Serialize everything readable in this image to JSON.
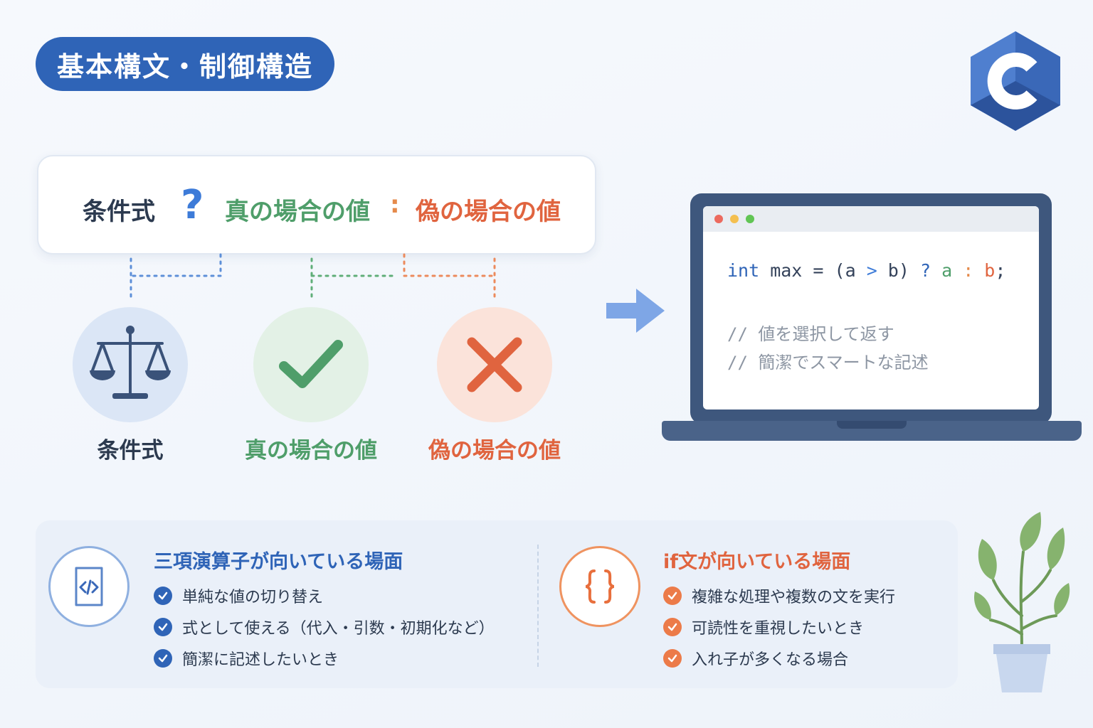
{
  "header": {
    "title": "基本構文・制御構造"
  },
  "formula": {
    "condition": "条件式",
    "question": "?",
    "true_value": "真の場合の値",
    "colon": ":",
    "false_value": "偽の場合の値"
  },
  "parts": [
    {
      "label": "条件式",
      "icon": "scale-icon"
    },
    {
      "label": "真の場合の値",
      "icon": "checkmark-icon"
    },
    {
      "label": "偽の場合の値",
      "icon": "cross-icon"
    }
  ],
  "code": {
    "tokens": [
      {
        "text": "int",
        "color": "#2f64b7"
      },
      {
        "text": " max = (",
        "color": "#34425a"
      },
      {
        "text": "a",
        "color": "#34425a"
      },
      {
        "text": " > ",
        "color": "#3d7bd8"
      },
      {
        "text": "b",
        "color": "#34425a"
      },
      {
        "text": ") ",
        "color": "#34425a"
      },
      {
        "text": "?",
        "color": "#2f64b7"
      },
      {
        "text": " a ",
        "color": "#4f9e6a"
      },
      {
        "text": ":",
        "color": "#e58a4b"
      },
      {
        "text": " b",
        "color": "#e0643f"
      },
      {
        "text": ";",
        "color": "#34425a"
      }
    ],
    "comments": [
      "// 値を選択して返す",
      "// 簡潔でスマートな記述"
    ]
  },
  "ternary_section": {
    "title": "三項演算子が向いている場面",
    "icon": "code-file-icon",
    "items": [
      "単純な値の切り替え",
      "式として使える（代入・引数・初期化など）",
      "簡潔に記述したいとき"
    ]
  },
  "if_section": {
    "title": "if文が向いている場面",
    "icon": "curly-braces-icon",
    "items": [
      "複雑な処理や複数の文を実行",
      "可読性を重視したいとき",
      "入れ子が多くなる場合"
    ]
  },
  "colors": {
    "blue": "#2f64b7",
    "green": "#4f9e6a",
    "red": "#e0643f",
    "orange": "#ec7b49"
  }
}
